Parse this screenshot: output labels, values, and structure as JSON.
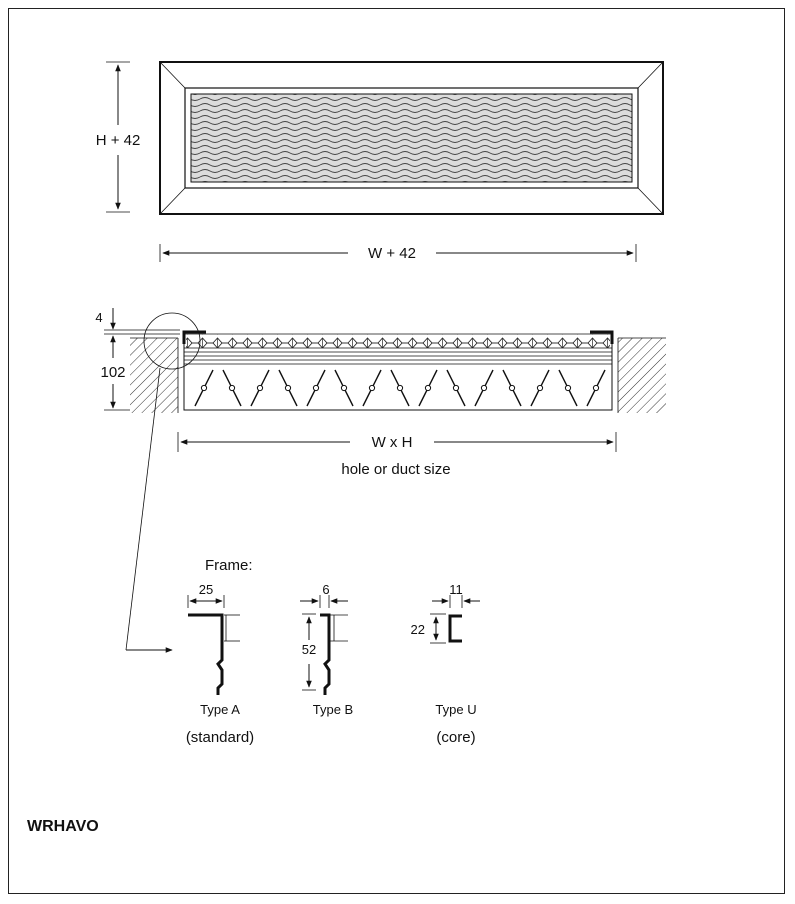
{
  "top_view": {
    "height_dim": "H + 42",
    "width_dim": "W + 42"
  },
  "section_view": {
    "dim_flange": "4",
    "dim_depth": "102",
    "dim_hole": "W x H",
    "hole_caption": "hole or duct size"
  },
  "frames": {
    "heading": "Frame:",
    "type_a": {
      "dim": "25",
      "name": "Type A",
      "note": "(standard)"
    },
    "type_b": {
      "dim_width": "6",
      "dim_height": "52",
      "name": "Type B"
    },
    "type_u": {
      "dim_width": "11",
      "dim_height": "22",
      "name": "Type U",
      "note": "(core)"
    }
  },
  "product_code": "WRHAVO"
}
